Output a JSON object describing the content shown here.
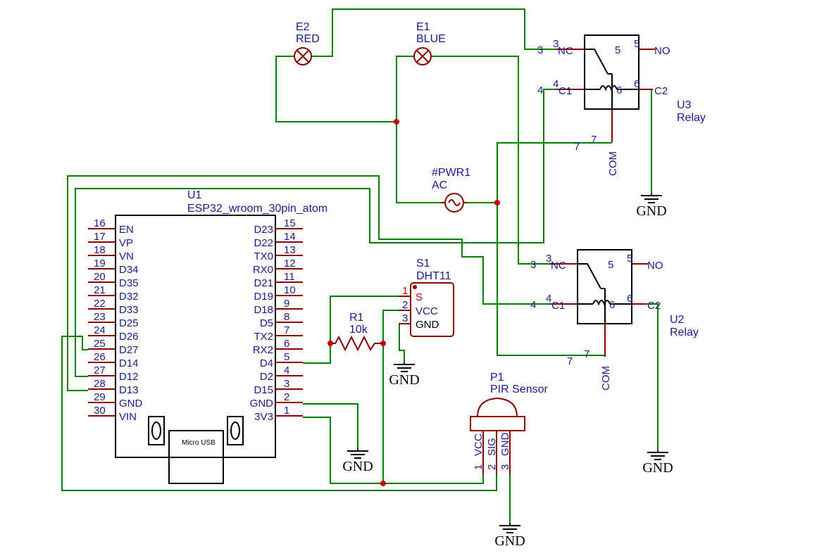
{
  "esp32": {
    "designator": "U1",
    "name": "ESP32_wroom_30pin_atom",
    "usb_label": "Micro USB",
    "left_pins": [
      {
        "num": "16",
        "name": "EN"
      },
      {
        "num": "17",
        "name": "VP"
      },
      {
        "num": "18",
        "name": "VN"
      },
      {
        "num": "19",
        "name": "D34"
      },
      {
        "num": "20",
        "name": "D35"
      },
      {
        "num": "21",
        "name": "D32"
      },
      {
        "num": "22",
        "name": "D33"
      },
      {
        "num": "23",
        "name": "D25"
      },
      {
        "num": "24",
        "name": "D26"
      },
      {
        "num": "25",
        "name": "D27"
      },
      {
        "num": "26",
        "name": "D14"
      },
      {
        "num": "27",
        "name": "D12"
      },
      {
        "num": "28",
        "name": "D13"
      },
      {
        "num": "29",
        "name": "GND"
      },
      {
        "num": "30",
        "name": "VIN"
      }
    ],
    "right_pins": [
      {
        "num": "15",
        "name": "D23"
      },
      {
        "num": "14",
        "name": "D22"
      },
      {
        "num": "13",
        "name": "TX0"
      },
      {
        "num": "12",
        "name": "RX0"
      },
      {
        "num": "11",
        "name": "D21"
      },
      {
        "num": "10",
        "name": "D19"
      },
      {
        "num": "9",
        "name": "D18"
      },
      {
        "num": "8",
        "name": "D5"
      },
      {
        "num": "7",
        "name": "TX2"
      },
      {
        "num": "6",
        "name": "RX2"
      },
      {
        "num": "5",
        "name": "D4"
      },
      {
        "num": "4",
        "name": "D2"
      },
      {
        "num": "3",
        "name": "D15"
      },
      {
        "num": "2",
        "name": "GND"
      },
      {
        "num": "1",
        "name": "3V3"
      }
    ]
  },
  "lamps": [
    {
      "designator": "E2",
      "name": "RED"
    },
    {
      "designator": "E1",
      "name": "BLUE"
    }
  ],
  "power": {
    "designator": "#PWR1",
    "name": "AC"
  },
  "dht": {
    "designator": "S1",
    "name": "DHT11",
    "pins": [
      {
        "num": "1",
        "name": "S"
      },
      {
        "num": "2",
        "name": "VCC"
      },
      {
        "num": "3",
        "name": "GND"
      }
    ]
  },
  "resistor": {
    "designator": "R1",
    "value": "10k"
  },
  "pir": {
    "designator": "P1",
    "name": "PIR Sensor",
    "pins": [
      {
        "num": "1",
        "name": "VCC"
      },
      {
        "num": "2",
        "name": "SIG"
      },
      {
        "num": "3",
        "name": "GND"
      }
    ]
  },
  "relays": [
    {
      "designator": "U3",
      "name": "Relay",
      "pins": {
        "nc_num": "3",
        "nc_inner": "3",
        "nc_name": "NC",
        "c1_num": "4",
        "c1_inner": "4",
        "c1_name": "C1",
        "no_num": "5",
        "no_inner": "5",
        "no_name": "NO",
        "c2_num": "6",
        "c2_inner": "6",
        "c2_name": "C2",
        "com_num": "7",
        "com_inner": "7",
        "com_name": "COM"
      }
    },
    {
      "designator": "U2",
      "name": "Relay",
      "pins": {
        "nc_num": "3",
        "nc_inner": "3",
        "nc_name": "NC",
        "c1_num": "4",
        "c1_inner": "4",
        "c1_name": "C1",
        "no_num": "5",
        "no_inner": "5",
        "no_name": "NO",
        "c2_num": "6",
        "c2_inner": "6",
        "c2_name": "C2",
        "com_num": "7",
        "com_inner": "7",
        "com_name": "COM"
      }
    }
  ],
  "ground_label": "GND",
  "colors": {
    "wire": "#008000",
    "text": "#1a1a8c",
    "junction": "#cc0000",
    "pin_leg": "#8b0000"
  }
}
